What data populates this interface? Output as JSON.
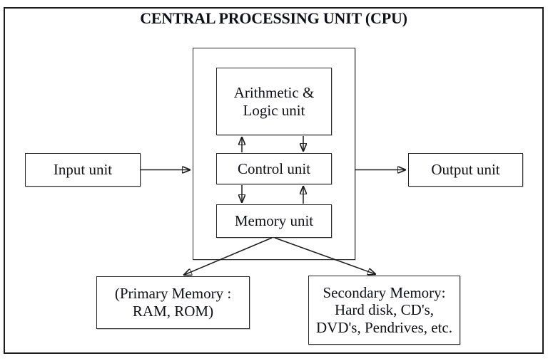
{
  "figure": {
    "title": "CENTRAL PROCESSING UNIT (CPU)"
  },
  "nodes": {
    "input": {
      "label": "Input unit"
    },
    "output": {
      "label": "Output unit"
    },
    "alu": {
      "lines": [
        "Arithmetic &",
        "Logic unit"
      ]
    },
    "control": {
      "label": "Control unit"
    },
    "memory": {
      "label": "Memory unit"
    },
    "primary_memory": {
      "lines": [
        "(Primary Memory :",
        "RAM, ROM)"
      ]
    },
    "secondary_memory": {
      "lines": [
        "Secondary Memory:",
        "Hard disk, CD's,",
        "DVD's, Pendrives, etc."
      ]
    }
  },
  "colors": {
    "line": "#1c1c1c",
    "text": "#10101a",
    "background": "#ffffff"
  }
}
